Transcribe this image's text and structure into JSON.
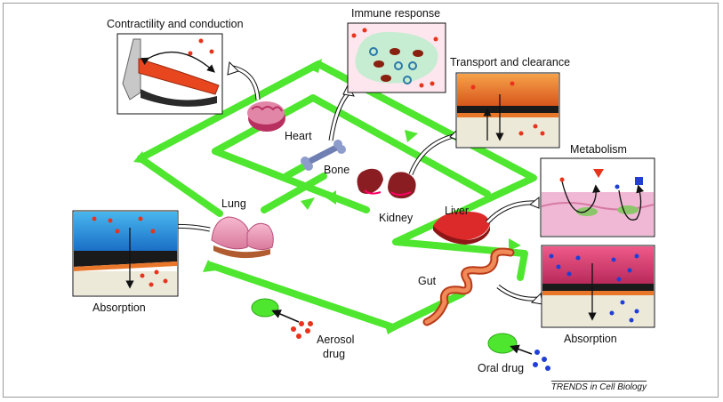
{
  "labels": {
    "contractility": "Contractility and conduction",
    "immune": "Immune response",
    "transport": "Transport and clearance",
    "metabolism": "Metabolism",
    "absorption_lung": "Absorption",
    "absorption_gut": "Absorption",
    "heart": "Heart",
    "bone": "Bone",
    "kidney": "Kidney",
    "lung": "Lung",
    "liver": "Liver",
    "gut": "Gut",
    "aerosol_line1": "Aerosol",
    "aerosol_line2": "drug",
    "oral_drug": "Oral drug"
  },
  "credit": "TRENDS in Cell Biology",
  "colors": {
    "channel": "#4ee62e",
    "drug_red": "#e8341c",
    "drug_blue": "#1f3fd6",
    "organ_pink": "#e8a0b8",
    "tissue_orange": "#e9772a"
  }
}
